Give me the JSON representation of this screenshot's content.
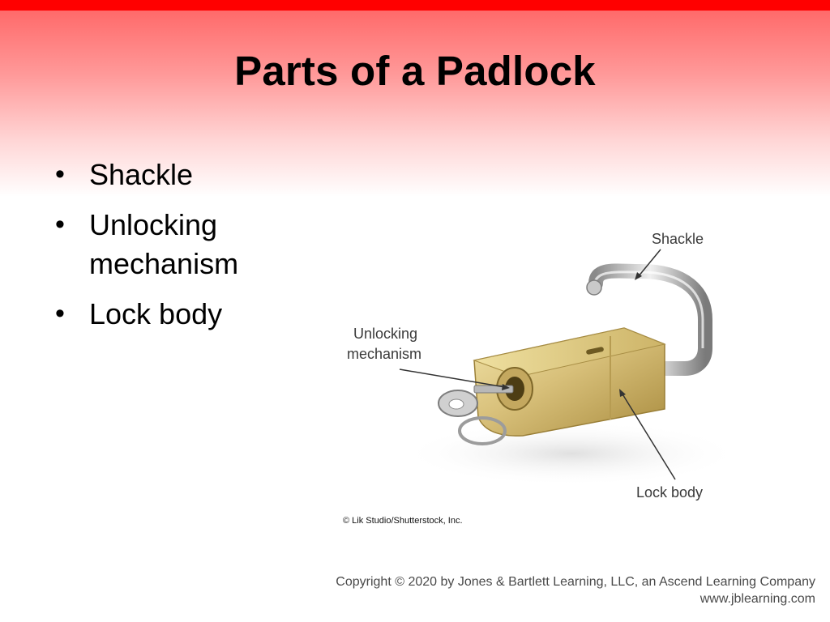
{
  "slide": {
    "title": "Parts of a Padlock",
    "bullets": [
      "Shackle",
      "Unlocking mechanism",
      "Lock body"
    ]
  },
  "figure": {
    "labels": {
      "shackle": "Shackle",
      "unlocking_line1": "Unlocking",
      "unlocking_line2": "mechanism",
      "lock_body": "Lock body"
    },
    "credit": "© Lik Studio/Shutterstock, Inc."
  },
  "footer": {
    "copyright": "Copyright © 2020 by Jones & Bartlett Learning, LLC, an Ascend Learning Company",
    "website": "www.jblearning.com"
  },
  "colors": {
    "top_bar": "#ff0000",
    "gradient": "#ff6a6a",
    "brass": "#d8c07a"
  }
}
